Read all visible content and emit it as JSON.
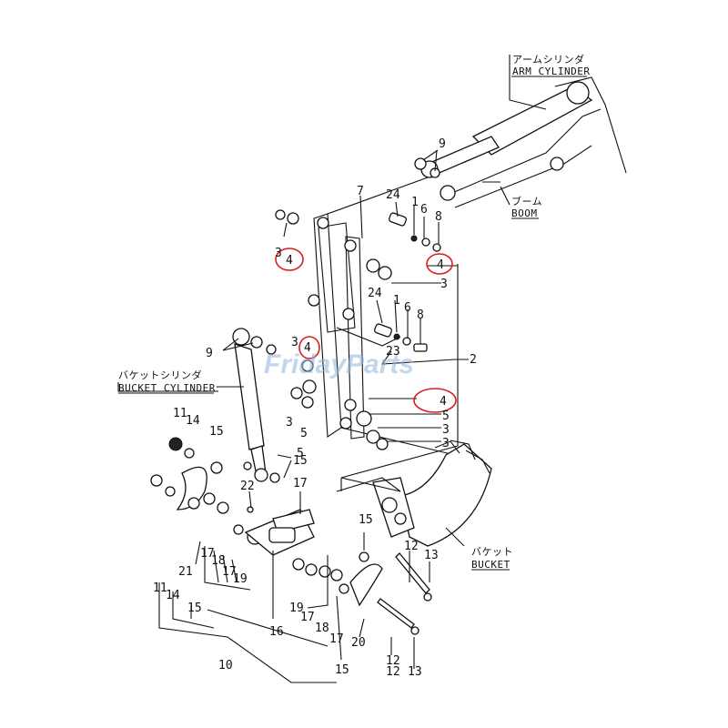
{
  "captions": {
    "arm_cylinder_jp": "アームシリンダ",
    "arm_cylinder_en": "ARM CYLINDER",
    "boom_jp": "ブーム",
    "boom_en": "BOOM",
    "bucket_cylinder_jp": "バケットシリンダ",
    "bucket_cylinder_en": "BUCKET CYLINDER",
    "bucket_jp": "バケット",
    "bucket_en": "BUCKET"
  },
  "watermark": "FridayParts",
  "highlight_color": "#d62020",
  "callouts": {
    "n1a": "1",
    "n1b": "1",
    "n2": "2",
    "n3a": "3",
    "n3b": "3",
    "n3c": "3",
    "n3d": "3",
    "n3e": "3",
    "n3f": "3",
    "n4a": "4",
    "n4b": "4",
    "n4c": "4",
    "n4d": "4",
    "n5a": "5",
    "n5b": "5",
    "n5c": "5",
    "n6a": "6",
    "n6b": "6",
    "n7": "7",
    "n8a": "8",
    "n8b": "8",
    "n9a": "9",
    "n9b": "9",
    "n10": "10",
    "n11a": "11",
    "n11b": "11",
    "n12a": "12",
    "n12b": "12",
    "n12c": "12",
    "n13a": "13",
    "n13b": "13",
    "n14a": "14",
    "n14b": "14",
    "n15a": "15",
    "n15b": "15",
    "n15c": "15",
    "n15d": "15",
    "n15e": "15",
    "n16": "16",
    "n17a": "17",
    "n17b": "17",
    "n17c": "17",
    "n17d": "17",
    "n17e": "17",
    "n18a": "18",
    "n18b": "18",
    "n19a": "19",
    "n19b": "19",
    "n20": "20",
    "n21": "21",
    "n22": "22",
    "n23": "23",
    "n24a": "24",
    "n24b": "24"
  }
}
